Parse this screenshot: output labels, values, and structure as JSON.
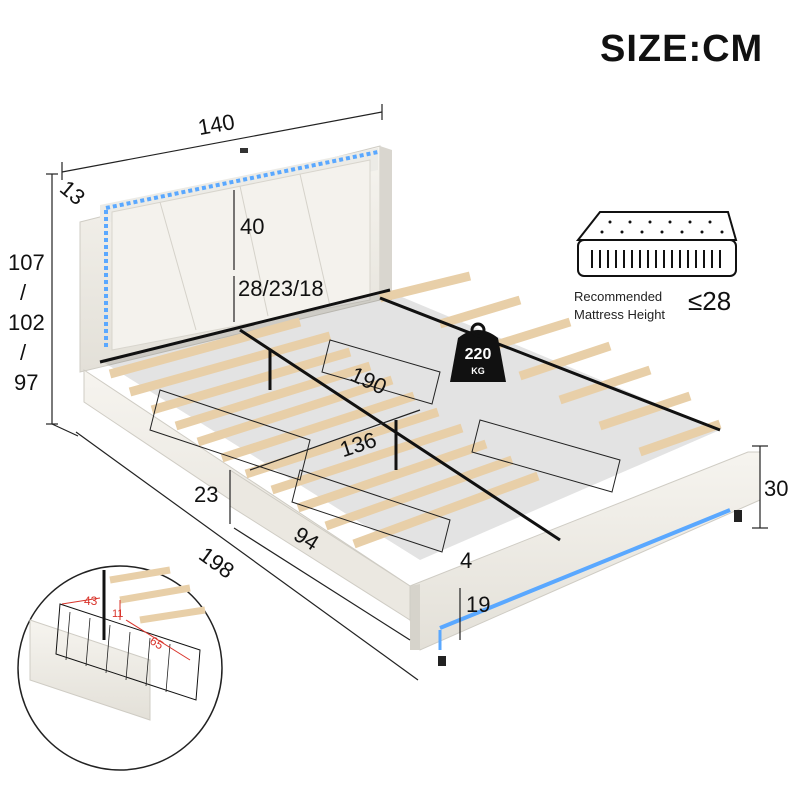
{
  "title": "SIZE:CM",
  "dimensions": {
    "bed_width": "140",
    "headboard_depth": "13",
    "headboard_panel": "40",
    "total_height_1": "107",
    "sep1": "/",
    "total_height_2": "102",
    "sep2": "/",
    "total_height_3": "97",
    "slat_height": "28/23/18",
    "bed_length": "190",
    "inner_width": "136",
    "side_height": "23",
    "drawer_length": "94",
    "bed_total_length": "198",
    "rail_thickness": "4",
    "footboard_height": "19",
    "frame_height": "30"
  },
  "weight": {
    "value": "220",
    "unit": "KG"
  },
  "mattress": {
    "label_line1": "Recommended",
    "label_line2": "Mattress Height",
    "value": "≤28"
  },
  "drawer_detail": {
    "width": "43",
    "height": "11",
    "length": "65"
  },
  "colors": {
    "fabric": "#f1efea",
    "led": "#5aa8ff",
    "slat": "#e8cfa8",
    "metal": "#1a1a1a",
    "accent_red": "#d9342b"
  }
}
